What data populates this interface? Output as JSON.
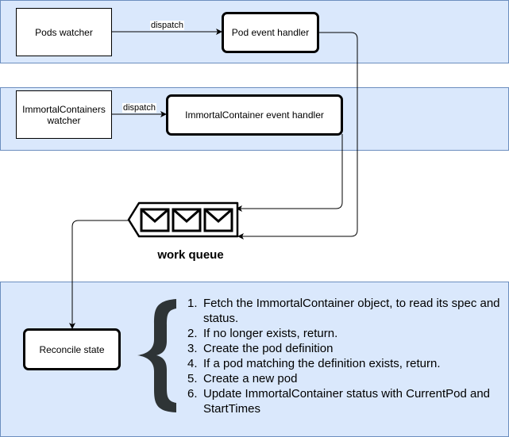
{
  "nodes": {
    "pods_watcher": "Pods watcher",
    "pod_event_handler": "Pod event handler",
    "ic_watcher": "ImmortalContainers watcher",
    "ic_event_handler": "ImmortalContainer event handler",
    "reconcile_state": "Reconcile state"
  },
  "edges": {
    "dispatch_top": "dispatch",
    "dispatch_middle": "dispatch"
  },
  "queue": {
    "label": "work queue",
    "icon": "envelope-icon"
  },
  "steps": [
    {
      "num": "1.",
      "text": "Fetch the ImmortalContainer object, to read its spec and status."
    },
    {
      "num": "2.",
      "text": "If no longer exists, return."
    },
    {
      "num": "3.",
      "text": "Create the pod definition"
    },
    {
      "num": "4.",
      "text": "If a pod matching the definition exists, return."
    },
    {
      "num": "5.",
      "text": "Create a new pod"
    },
    {
      "num": "6.",
      "text": "Update ImmortalContainer status with CurrentPod and StartTimes"
    }
  ],
  "colors": {
    "band_fill": "#dae8fc",
    "band_border": "#6c8ebf",
    "brace": "#2e3436"
  }
}
